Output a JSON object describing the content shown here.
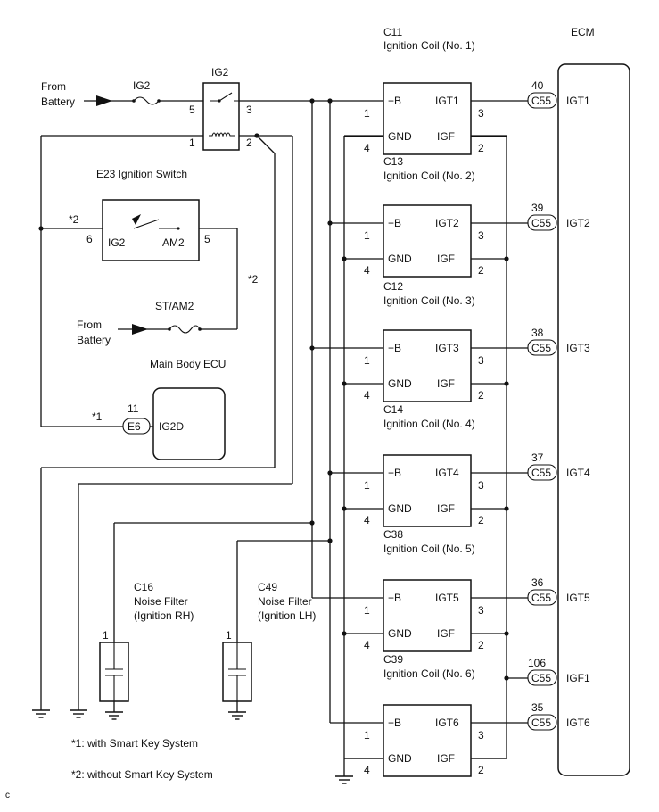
{
  "labels": {
    "from_battery_1a": "From",
    "from_battery_1b": "Battery",
    "ig2_fuse": "IG2",
    "ig2_relay": "IG2",
    "relay_pin5": "5",
    "relay_pin3": "3",
    "relay_pin1": "1",
    "relay_pin2": "2",
    "switch_title": "E23 Ignition Switch",
    "switch_ig2": "IG2",
    "switch_am2": "AM2",
    "switch_pin6": "6",
    "switch_pin5": "5",
    "note2_a": "*2",
    "note2_b": "*2",
    "from_battery_2a": "From",
    "from_battery_2b": "Battery",
    "st_am2_fuse": "ST/AM2",
    "main_body_ecu": "Main Body ECU",
    "note1": "*1",
    "pin11": "11",
    "e6_connector": "E6",
    "ig2d": "IG2D",
    "c16_title": "C16",
    "c16_line2": "Noise Filter",
    "c16_line3": "(Ignition RH)",
    "c16_pin": "1",
    "c49_title": "C49",
    "c49_line2": "Noise Filter",
    "c49_line3": "(Ignition LH)",
    "c49_pin": "1",
    "legend1": "*1: with Smart Key System",
    "legend2": "*2: without Smart Key System",
    "corner_mark": "c",
    "ecm_title": "ECM",
    "coil_plus_b": "+B",
    "coil_gnd": "GND",
    "coil_igf": "IGF"
  },
  "coils": [
    {
      "code": "C11",
      "name": "Ignition Coil (No. 1)",
      "igt": "IGT1",
      "ecm_pin": "40",
      "connector": "C55",
      "ecm_label": "IGT1",
      "pin_b": "1",
      "pin_gnd": "4",
      "pin_igt": "3",
      "pin_igf": "2"
    },
    {
      "code": "C13",
      "name": "Ignition Coil (No. 2)",
      "igt": "IGT2",
      "ecm_pin": "39",
      "connector": "C55",
      "ecm_label": "IGT2",
      "pin_b": "1",
      "pin_gnd": "4",
      "pin_igt": "3",
      "pin_igf": "2"
    },
    {
      "code": "C12",
      "name": "Ignition Coil (No. 3)",
      "igt": "IGT3",
      "ecm_pin": "38",
      "connector": "C55",
      "ecm_label": "IGT3",
      "pin_b": "1",
      "pin_gnd": "4",
      "pin_igt": "3",
      "pin_igf": "2"
    },
    {
      "code": "C14",
      "name": "Ignition Coil (No. 4)",
      "igt": "IGT4",
      "ecm_pin": "37",
      "connector": "C55",
      "ecm_label": "IGT4",
      "pin_b": "1",
      "pin_gnd": "4",
      "pin_igt": "3",
      "pin_igf": "2"
    },
    {
      "code": "C38",
      "name": "Ignition Coil (No. 5)",
      "igt": "IGT5",
      "ecm_pin": "36",
      "connector": "C55",
      "ecm_label": "IGT5",
      "pin_b": "1",
      "pin_gnd": "4",
      "pin_igt": "3",
      "pin_igf": "2"
    },
    {
      "code": "C39",
      "name": "Ignition Coil (No. 6)",
      "igt": "IGT6",
      "ecm_pin": "35",
      "connector": "C55",
      "ecm_label": "IGT6",
      "pin_b": "1",
      "pin_gnd": "4",
      "pin_igt": "3",
      "pin_igf": "2"
    }
  ],
  "igf_terminal": {
    "pin": "106",
    "connector": "C55",
    "label": "IGF1"
  }
}
